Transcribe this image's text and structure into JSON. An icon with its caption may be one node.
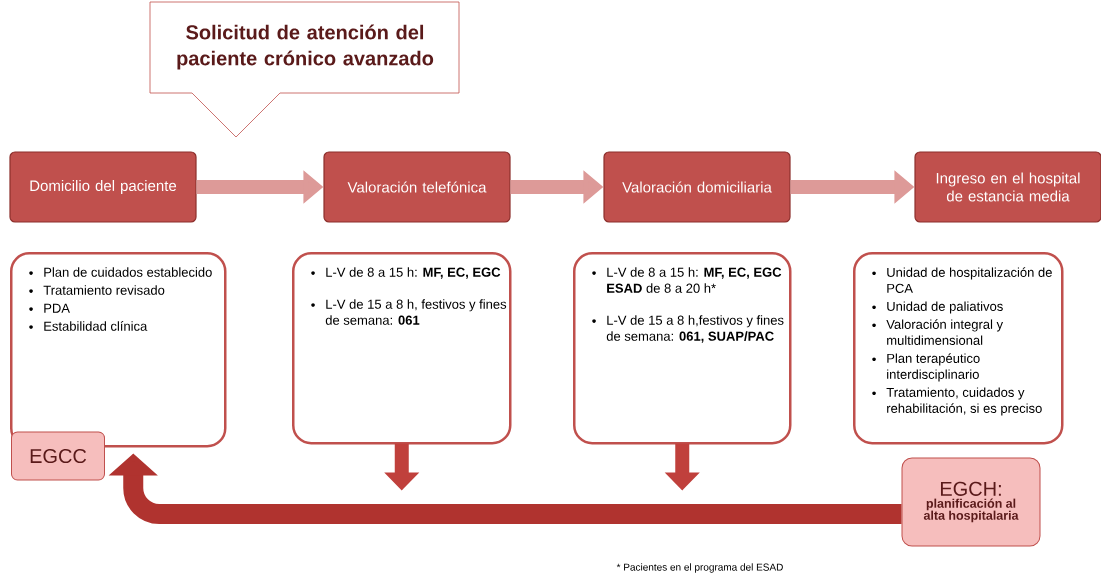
{
  "diagram": {
    "nodes": [
      {
        "text": [
          "Solicitud de atención del paciente crónico avanzado"
        ]
      },
      {
        "text": [
          "Domicilio del paciente"
        ]
      },
      {
        "text": [
          "Valoración telefónica"
        ]
      },
      {
        "text": [
          "Valoración domiciliaria"
        ]
      },
      {
        "text": [
          "Ingreso en el hospital de estancia media"
        ]
      },
      {
        "text": [
          "Plan de cuidados establecido",
          "Tratamiento revisado",
          "PDA",
          "Estabilidad clínica"
        ]
      },
      {
        "text": [
          "L-V de 8 a 15 h: **MF, EC, EGC**",
          "L-V de 15 a 8 h, festivos y fines de semana: **061**"
        ]
      },
      {
        "text": [
          "L-V de 8 a 15 h: **MF, EC, EGC** **ESAD** de 8 a 20 h*",
          "L-V de 15 a 8 h,festivos y fines de semana: **061, SUAP/PAC**"
        ]
      },
      {
        "text": [
          "Unidad de hospitalización de PCA",
          "Unidad de paliativos",
          "Valoración integral y multidimensional",
          "Plan terapéutico interdisciplinario",
          "Tratamiento, cuidados y rehabilitación, si es preciso"
        ]
      },
      {
        "text": [
          "EGCC"
        ]
      },
      {
        "text": [
          "EGCH:",
          "planificación al alta hospitalaria"
        ]
      }
    ],
    "edges": [
      {
        "from": 1,
        "to": 2,
        "arrow": "to",
        "color": "#dd9a98"
      },
      {
        "from": 2,
        "to": 3,
        "arrow": "to",
        "color": "#dd9a98"
      },
      {
        "from": 3,
        "to": 4,
        "arrow": "to",
        "color": "#dd9a98"
      },
      {
        "from": 6,
        "to": null,
        "arrow": "to",
        "color": "#c0403c"
      },
      {
        "from": 7,
        "to": null,
        "arrow": "to",
        "color": "#c0403c"
      },
      {
        "from": 10,
        "to": 5,
        "arrow": "to",
        "color": "#b0332f"
      }
    ],
    "labels": [
      "* Pacientes en el programa del ESAD"
    ]
  }
}
